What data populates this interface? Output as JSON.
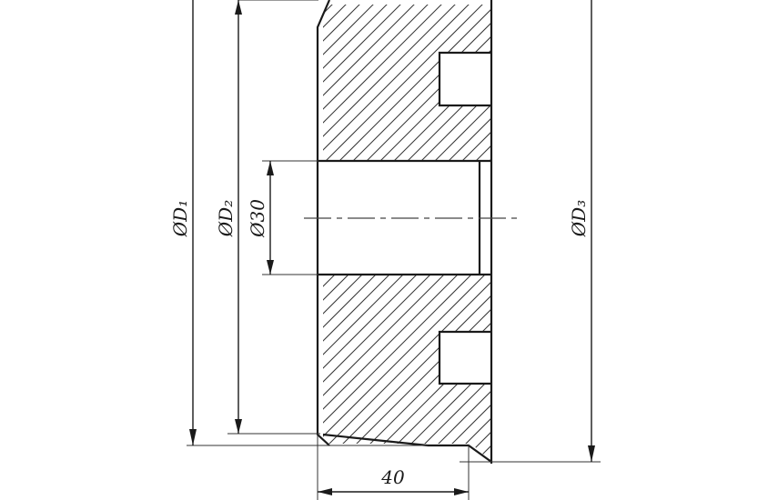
{
  "drawing": {
    "dimensions": {
      "d1": "ØD₁",
      "d2": "ØD₂",
      "d30": "Ø30",
      "d3": "ØD₃",
      "width": "40"
    }
  }
}
